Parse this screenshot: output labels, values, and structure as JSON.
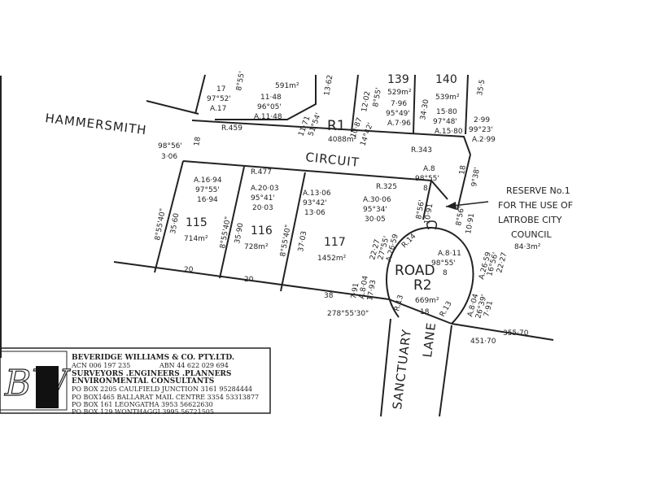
{
  "streets": {
    "hammersmith": "HAMMERSMITH",
    "circuit": "CIRCUIT",
    "road": "ROAD",
    "road_ref": "R2",
    "road_area": "669m²",
    "sanctuary": "SANCTUARY",
    "lane": "LANE",
    "r1_ref": "R1",
    "r1_area": "4088m²"
  },
  "lots": {
    "l115": {
      "number": "115",
      "area": "714m²"
    },
    "l116": {
      "number": "116",
      "area": "728m²"
    },
    "l117": {
      "number": "117",
      "area": "1452m²"
    },
    "l139": {
      "number": "139",
      "area": "529m²"
    },
    "l140": {
      "number": "140",
      "area": "539m²"
    },
    "top_area": "591m²"
  },
  "reserve": {
    "line1": "RESERVE No.1",
    "line2": "FOR THE USE OF",
    "line3": "LATROBE CITY",
    "line4": "COUNCIL",
    "area": "84·3m²"
  },
  "dims": {
    "r459": "R.459",
    "r477": "R.477",
    "r343": "R.343",
    "r325": "R.325",
    "r14": "R.14",
    "r13a": "R.13",
    "r13b": "R.13",
    "b_9856": "98°56'",
    "d306": "3·06",
    "d18a": "18",
    "d18b": "18",
    "d18c": "18",
    "a16": "A.16·94",
    "b_9755": "97°55'",
    "d1694": "16·94",
    "a20": "A.20·03",
    "b_9541": "95°41'",
    "d2003": "20·03",
    "a13": "A.13·06",
    "b_9342": "93°42'",
    "d1306": "13·06",
    "a30": "A.30·06",
    "b_9534": "95°34'",
    "d3005": "30·05",
    "a8": "A.8",
    "b_9855": "98°55'",
    "d8a": "8",
    "a811": "A.8·11",
    "b_9855b": "98°55'",
    "d8b": "8",
    "d3560": "35·60",
    "d3590": "35·90",
    "d3703": "37·03",
    "b8855a": "8°55'40\"",
    "b8855b": "8°55'40\"",
    "b8855c": "8°55'40\"",
    "b856": "8°56'",
    "d1091": "10·91",
    "b856b": "8°56'",
    "d1091b": "10·91",
    "b938": "9°38'",
    "d20a": "20",
    "d20b": "20",
    "d38": "38",
    "b2785530": "278°55'30\"",
    "d355": "355·70",
    "d451": "451·70",
    "a2227": "22·27",
    "b2755": "27°55'",
    "a2659": "A.26·59",
    "a804": "A.8·04",
    "d1793": "17·93",
    "d791": "7·91",
    "a804b": "A.8·04",
    "b2639": "26°39'",
    "d791b": "7·91",
    "a2659b": "A.26·59",
    "b1656": "16°56'",
    "d2227b": "22·27",
    "d17": "17",
    "b9752": "97°52'",
    "a17": "A.17",
    "b855": "8°55'",
    "d1148": "11·48",
    "b9605": "96°05'",
    "a1148": "A.11·48",
    "d1171": "11·71",
    "b5154": "51°54'",
    "d1362": "13·62",
    "d1202": "12·02",
    "b855b": "8°55'",
    "d796": "7·96",
    "b9549": "95°49'",
    "a796": "A.7·96",
    "d1087": "10·87",
    "b1442": "14°42'",
    "d3430": "34·30",
    "d1580": "15·80",
    "b9748": "97°48'",
    "a1580": "A.15·80",
    "d299": "2·99",
    "b9923": "99°23'",
    "a299": "A.2·99",
    "d355b": "35·5"
  },
  "firm": {
    "logo": "BW",
    "name": "BEVERIDGE WILLIAMS & CO. PTY.LTD.",
    "acn": "ACN 006 197 235",
    "abn": "ABN 44 622 029 694",
    "line1": "SURVEYORS .ENGINEERS .PLANNERS",
    "line2": "ENVIRONMENTAL CONSULTANTS",
    "addr1": "PO BOX 2205 CAULFIELD JUNCTION 3161 95284444",
    "addr2": "PO BOX1465 BALLARAT MAIL CENTRE 3354 53313877",
    "addr3": "PO BOX 161 LEONGATHA 3953 56622630",
    "addr4": "PO BOX 129 WONTHAGGI 3995 56721505"
  }
}
